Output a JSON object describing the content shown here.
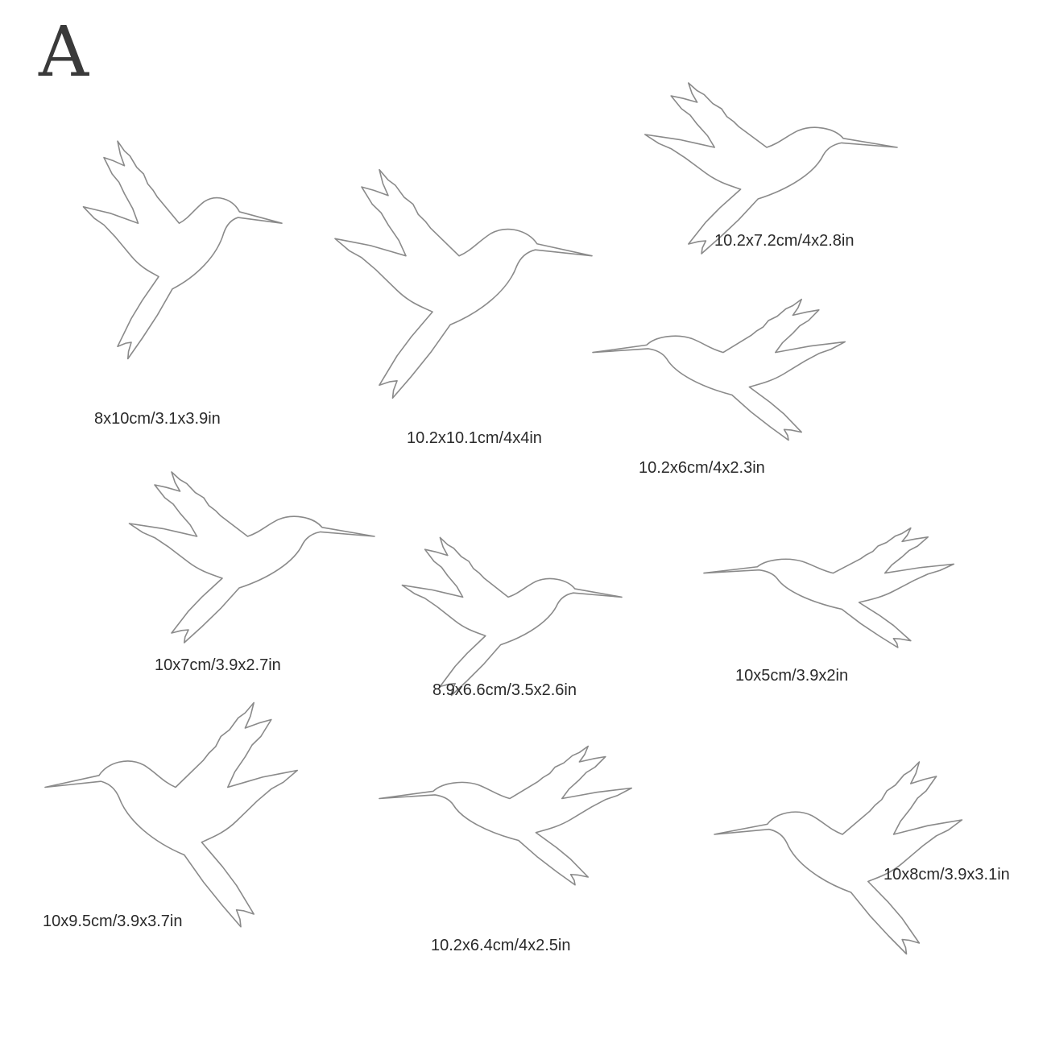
{
  "variant_letter": "A",
  "items": [
    {
      "name": "hummingbird-1",
      "size": "8x10cm/3.1x3.9in"
    },
    {
      "name": "hummingbird-2",
      "size": "10.2x10.1cm/4x4in"
    },
    {
      "name": "hummingbird-3",
      "size": "10.2x7.2cm/4x2.8in"
    },
    {
      "name": "hummingbird-4",
      "size": "10.2x6cm/4x2.3in"
    },
    {
      "name": "hummingbird-5",
      "size": "10x7cm/3.9x2.7in"
    },
    {
      "name": "hummingbird-6",
      "size": "8.9x6.6cm/3.5x2.6in"
    },
    {
      "name": "hummingbird-7",
      "size": "10x5cm/3.9x2in"
    },
    {
      "name": "hummingbird-8",
      "size": "10x9.5cm/3.9x3.7in"
    },
    {
      "name": "hummingbird-9",
      "size": "10.2x6.4cm/4x2.5in"
    },
    {
      "name": "hummingbird-10",
      "size": "10x8cm/3.9x3.1in"
    }
  ],
  "colors": {
    "outline": "#8a8a8a",
    "text": "#2a2a2a"
  }
}
